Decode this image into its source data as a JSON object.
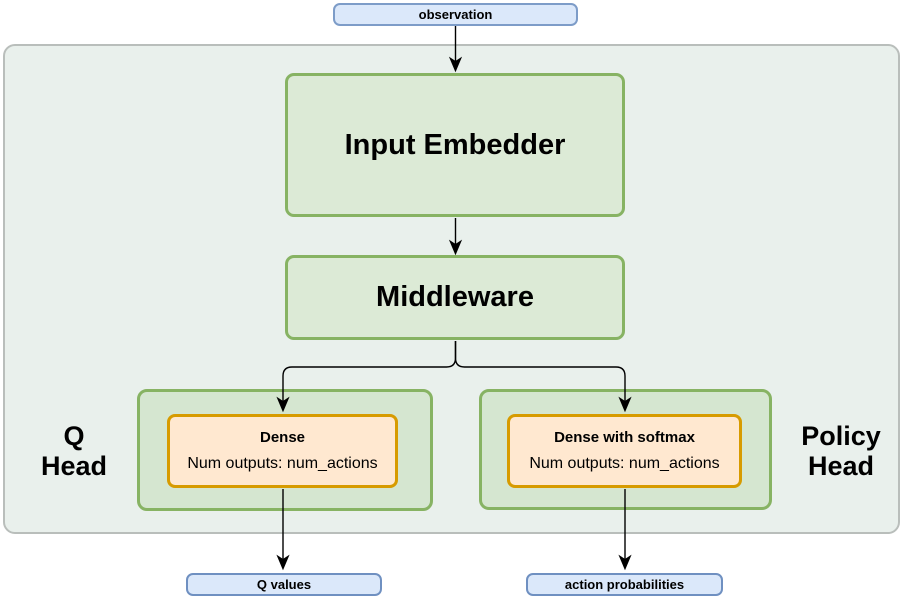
{
  "nodes": {
    "observation": {
      "label": "observation"
    },
    "input_embedder": {
      "label": "Input Embedder"
    },
    "middleware": {
      "label": "Middleware"
    },
    "q_head": {
      "side_label": [
        "Q",
        "Head"
      ],
      "dense": {
        "title": "Dense",
        "subtitle": "Num outputs: num_actions"
      },
      "output": {
        "label": "Q values"
      }
    },
    "policy_head": {
      "side_label": [
        "Policy",
        "Head"
      ],
      "dense": {
        "title": "Dense with softmax",
        "subtitle": "Num outputs: num_actions"
      },
      "output": {
        "label": "action probabilities"
      }
    }
  },
  "colors": {
    "container_fill": "#e9f0ec",
    "container_border": "#b9bebb",
    "green_fill": "#dcead6",
    "green_border": "#87b363",
    "orange_fill": "#ffe8d0",
    "orange_border": "#d79b00",
    "blue_fill": "#dbe8fa",
    "blue_border": "#6f90c1",
    "arrow": "#000000"
  }
}
